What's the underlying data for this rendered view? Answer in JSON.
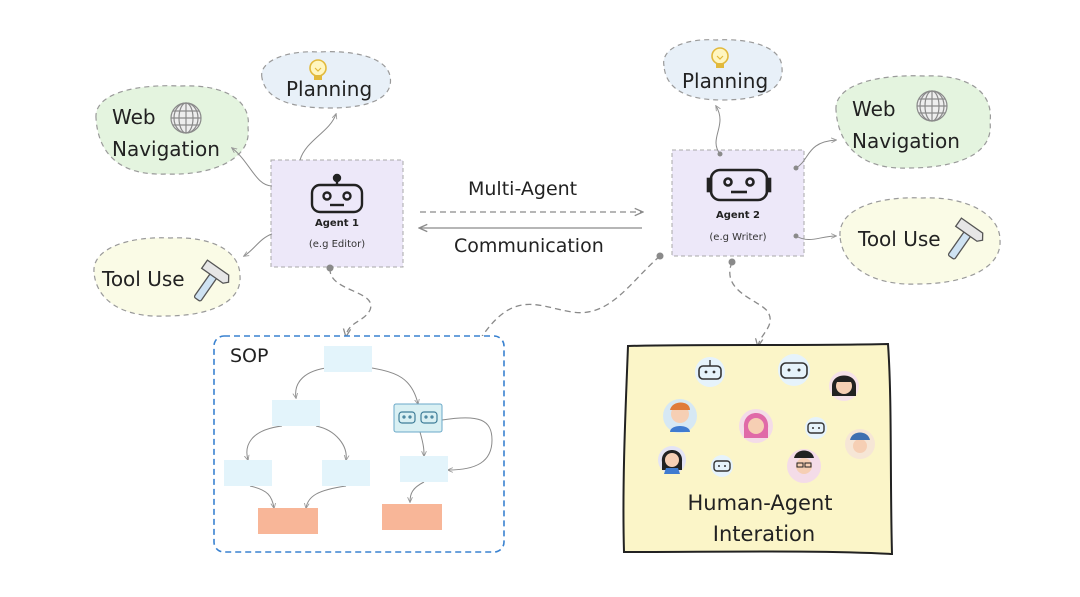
{
  "agents": [
    {
      "title": "Agent 1",
      "subtitle": "(e.g Editor)"
    },
    {
      "title": "Agent 2",
      "subtitle": "(e.g Writer)"
    }
  ],
  "agent1_tools": {
    "planning": "Planning",
    "web_line1": "Web",
    "web_line2": "Navigation",
    "tool_use": "Tool Use"
  },
  "agent2_tools": {
    "planning": "Planning",
    "web_line1": "Web",
    "web_line2": "Navigation",
    "tool_use": "Tool Use"
  },
  "communication": {
    "line1": "Multi-Agent",
    "line2": "Communication"
  },
  "sop": {
    "title": "SOP"
  },
  "human_agent": {
    "line1": "Human-Agent",
    "line2": "Interation"
  },
  "colors": {
    "planning_fill": "#e8f0f8",
    "web_fill": "#e4f4df",
    "tool_fill": "#fafbe6",
    "agent_fill": "#ede8f9",
    "sop_box_fill": "#e3f4fb",
    "sop_end_fill": "#f8b698",
    "sop_border": "#3a82d0",
    "hai_fill": "#fbf5c8",
    "connector": "#8a8a8a"
  }
}
